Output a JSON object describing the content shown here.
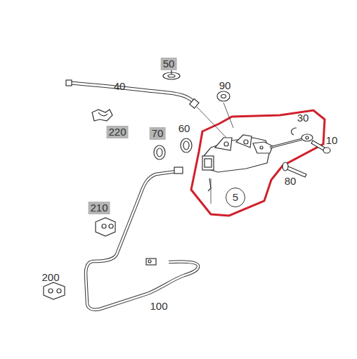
{
  "diagram": {
    "nodes": [
      {
        "text": [
          "5"
        ]
      }
    ],
    "labels": [
      "50",
      "40",
      "90",
      "30",
      "220",
      "70",
      "60",
      "10",
      "80",
      "210",
      "200",
      "100"
    ]
  }
}
